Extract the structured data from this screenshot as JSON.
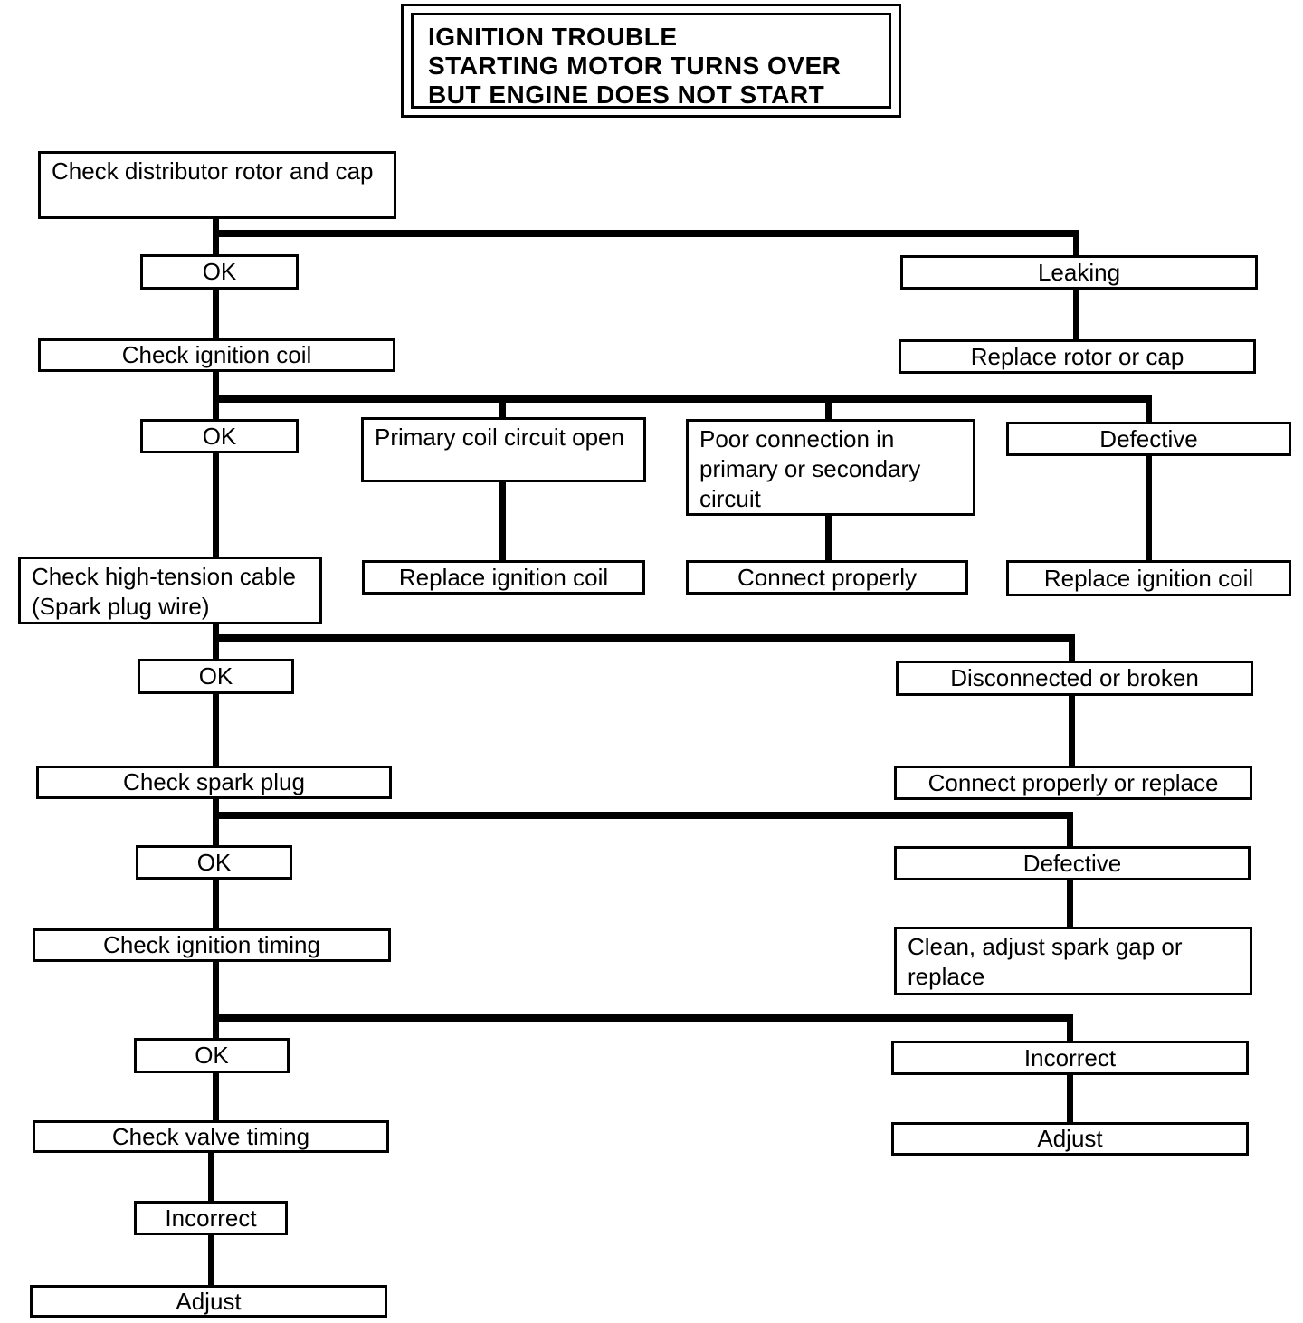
{
  "title": {
    "line1": "IGNITION TROUBLE",
    "line2": "STARTING MOTOR TURNS OVER",
    "line3": "BUT ENGINE DOES NOT START"
  },
  "nodes": {
    "check_distributor": "Check distributor rotor and cap",
    "ok1": "OK",
    "leaking": "Leaking",
    "check_ignition_coil": "Check ignition coil",
    "replace_rotor_or_cap": "Replace rotor or cap",
    "ok2": "OK",
    "primary_coil_circuit_open": "Primary coil circuit open",
    "poor_connection": "Poor connection in primary or secondary circuit",
    "defective1": "Defective",
    "replace_ignition_coil_mid": "Replace ignition coil",
    "connect_properly": "Connect properly",
    "replace_ignition_coil_right": "Replace ignition coil",
    "check_high_tension": "Check high-tension cable (Spark plug wire)",
    "ok3": "OK",
    "disconnected_or_broken": "Disconnected or broken",
    "check_spark_plug": "Check spark plug",
    "connect_properly_or_replace": "Connect properly or replace",
    "ok4": "OK",
    "defective2": "Defective",
    "check_ignition_timing": "Check ignition timing",
    "clean_adjust_spark_gap": "Clean, adjust spark gap or replace",
    "ok5": "OK",
    "incorrect_right": "Incorrect",
    "check_valve_timing": "Check valve timing",
    "adjust_right": "Adjust",
    "incorrect_bottom": "Incorrect",
    "adjust_bottom": "Adjust"
  }
}
